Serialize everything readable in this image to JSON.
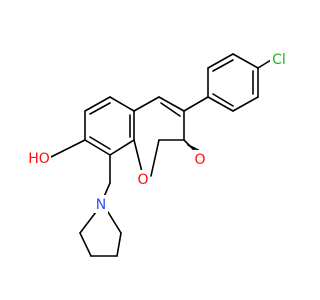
{
  "molecule": {
    "atoms": {
      "cl": {
        "symbol": "Cl",
        "color": "#1fb51f"
      },
      "o_hydroxy": {
        "symbol": "HO",
        "color": "#ff0d0d"
      },
      "o_carbonyl": {
        "symbol": "O",
        "color": "#ff0d0d"
      },
      "o_ring": {
        "symbol": "O",
        "color": "#ff0d0d"
      },
      "n_pyrrolidine": {
        "symbol": "N",
        "color": "#3050f8"
      }
    }
  }
}
